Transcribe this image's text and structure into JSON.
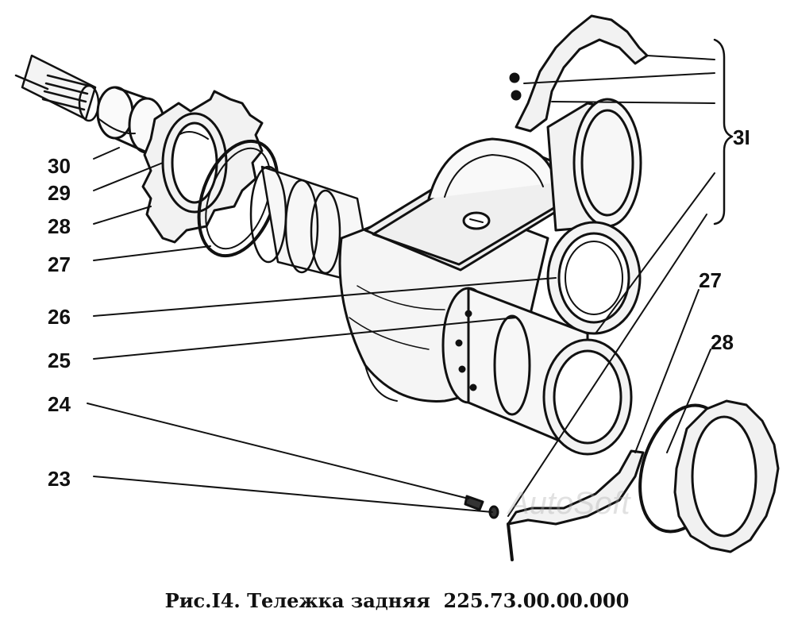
{
  "figure": {
    "caption": "Рис.I4. Тележка задняя  225.73.00.00.000",
    "watermark": "AutoSoft",
    "labels": {
      "n31": "3I",
      "n30": "30",
      "n29": "29",
      "n28_left": "28",
      "n27_left": "27",
      "n26": "26",
      "n25": "25",
      "n24": "24",
      "n23": "23",
      "n27_right": "27",
      "n28_right": "28"
    }
  }
}
